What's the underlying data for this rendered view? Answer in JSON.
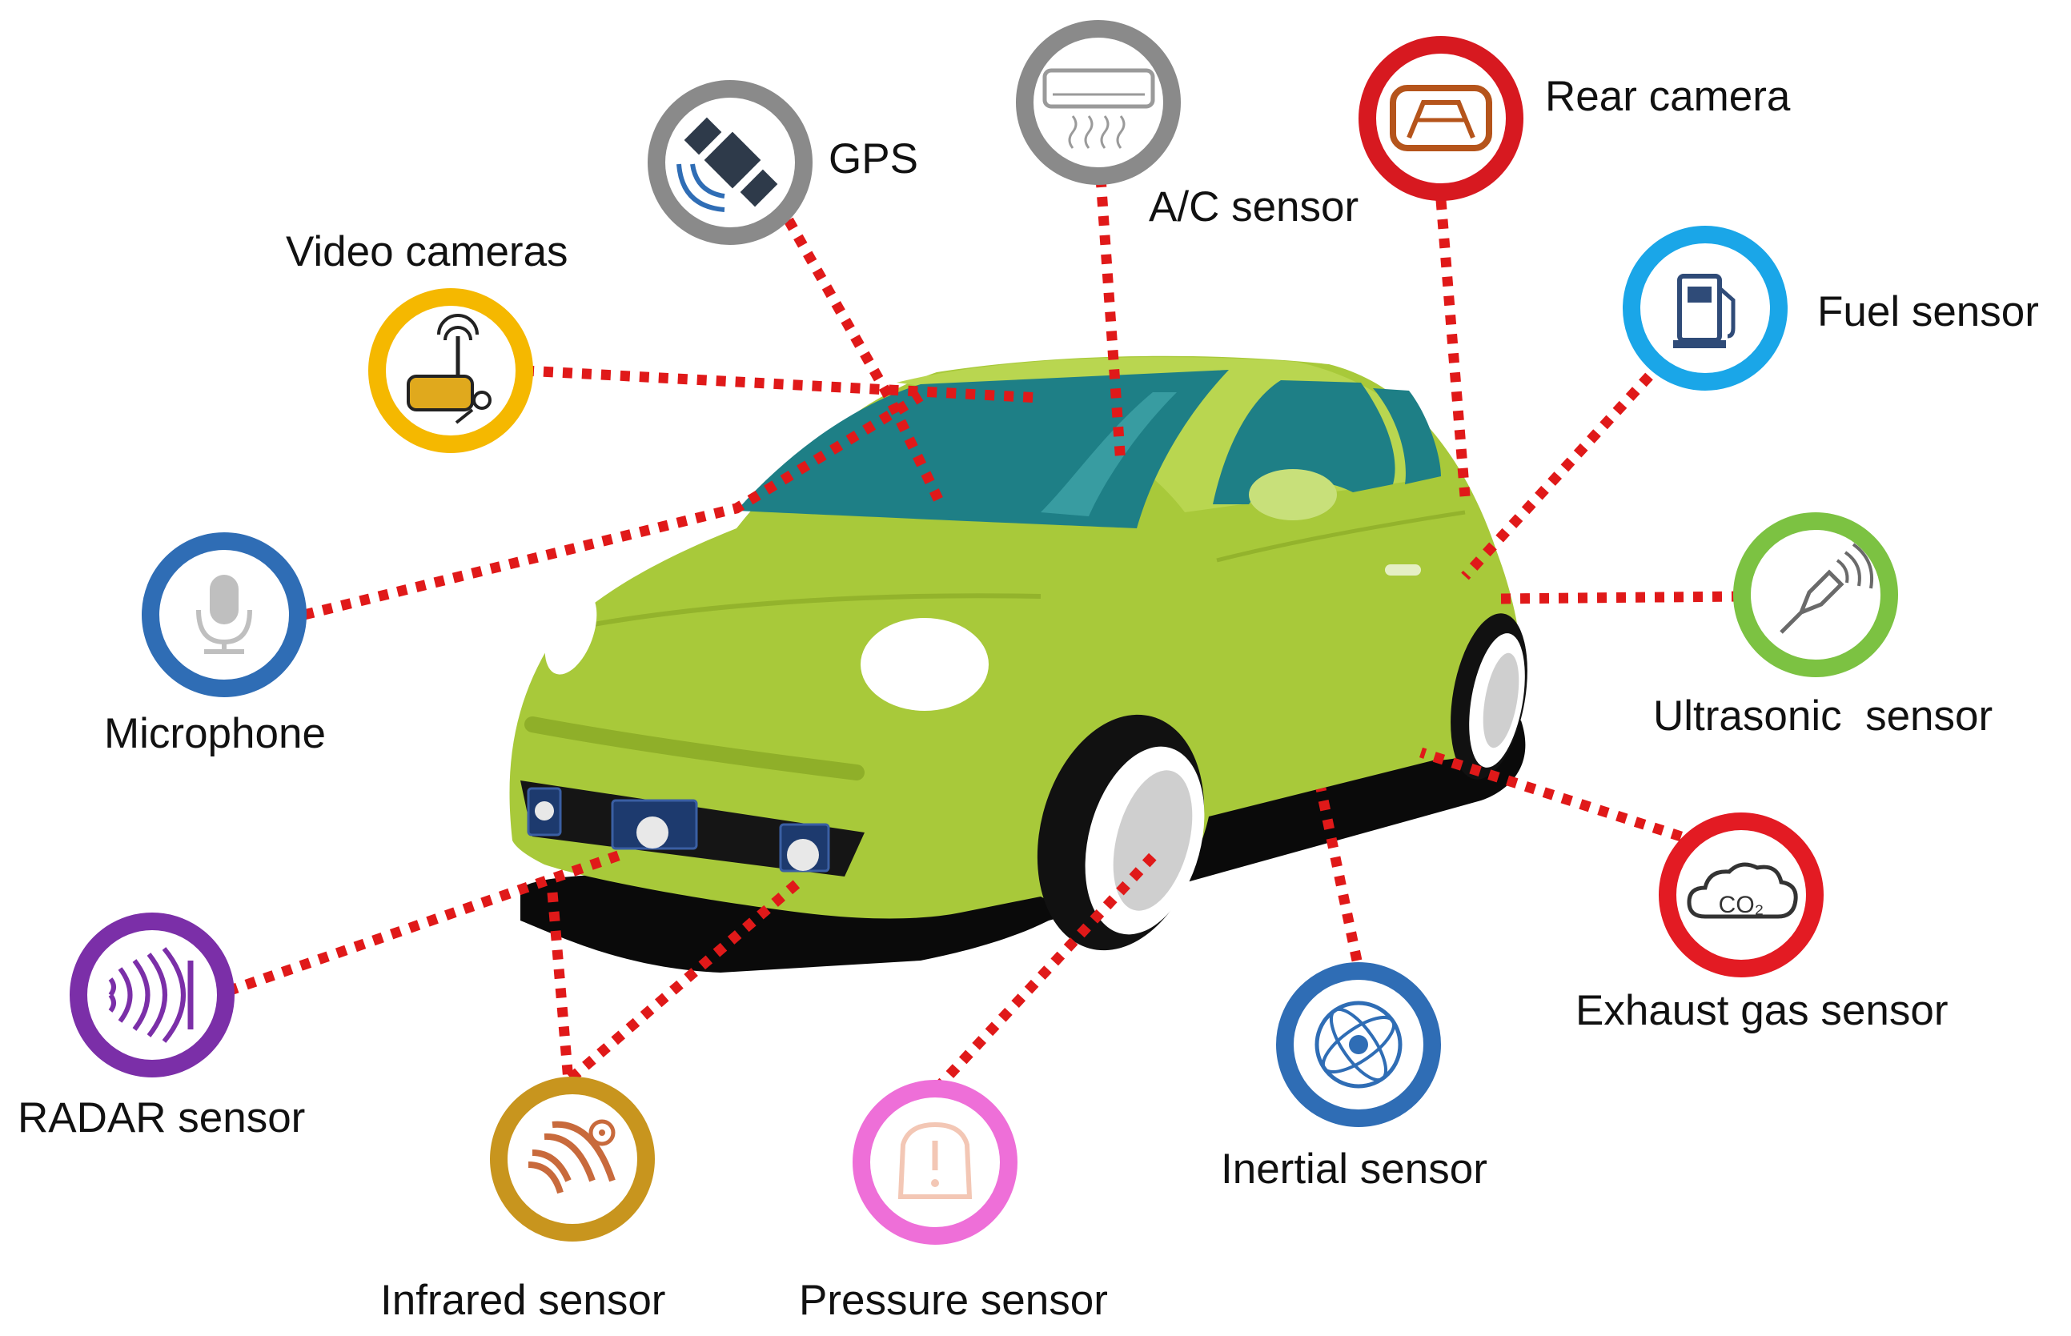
{
  "sensors": {
    "gps": "GPS",
    "ac": "A/C sensor",
    "rear_camera": "Rear camera",
    "video_cameras": "Video cameras",
    "fuel": "Fuel sensor",
    "microphone": "Microphone",
    "ultrasonic": "Ultrasonic  sensor",
    "radar": "RADAR sensor",
    "exhaust": "Exhaust gas sensor",
    "infrared": "Infrared sensor",
    "pressure": "Pressure sensor",
    "inertial": "Inertial sensor",
    "co2_icon_text": "CO₂"
  },
  "colors": {
    "car_body": "#a8c93a",
    "connector": "#e01919",
    "gps_ring": "#8a8a8a",
    "ac_ring": "#8a8a8a",
    "rear_camera_ring": "#d71920",
    "video_ring": "#f5b800",
    "fuel_ring": "#1aa6e8",
    "microphone_ring": "#2f6db5",
    "ultrasonic_ring": "#7cc242",
    "radar_ring": "#7b2fa8",
    "exhaust_ring": "#e31b23",
    "infrared_ring": "#c8951e",
    "pressure_ring": "#ee6fd8",
    "inertial_ring": "#2f6db5"
  }
}
